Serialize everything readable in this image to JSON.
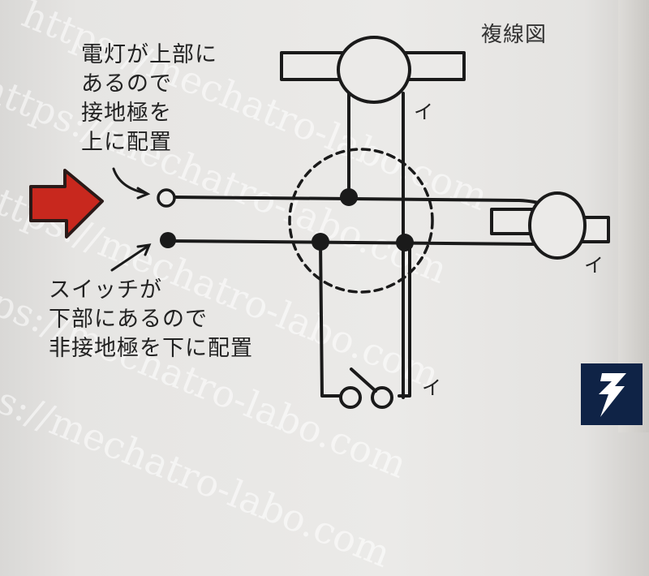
{
  "diagram": {
    "title": "複線図",
    "top_note": {
      "lines": [
        "電灯が上部に",
        "あるので",
        "接地極を",
        "上に配置"
      ]
    },
    "bottom_note": {
      "lines": [
        "スイッチが",
        "下部にあるので",
        "非接地極を下に配置"
      ]
    },
    "wire_marks": [
      "イ",
      "イ",
      "イ"
    ],
    "elements": {
      "grounded_terminal": "open circle (接地極)",
      "ungrounded_terminal": "filled dot (非接地極)",
      "upper_lamp": "lamp with socket",
      "right_lamp": "lamp with socket",
      "switch": "single-pole switch",
      "junction_box": "dashed circle",
      "junctions": 3
    },
    "colors": {
      "arrow": "#c8281e",
      "line": "#1a1a1a",
      "logo_bg": "#0f2346"
    }
  },
  "watermark": {
    "text": "https://mechatro-labo.com"
  },
  "logo": {
    "icon": "lightning-bolt-icon"
  }
}
